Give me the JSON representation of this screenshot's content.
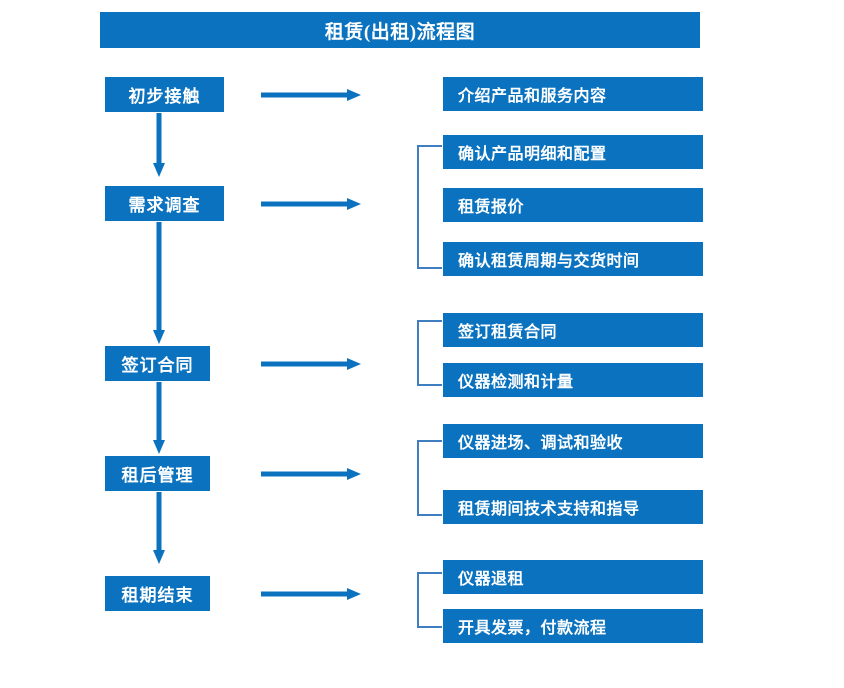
{
  "title": {
    "text": "租赁(出租)流程图"
  },
  "colors": {
    "primary": "#0b72bf",
    "arrow": "#0b72bf",
    "bracket": "#3f7fc1",
    "box_text": "#ffffff",
    "background": "#ffffff"
  },
  "stages": [
    {
      "label": "初步接触"
    },
    {
      "label": "需求调查"
    },
    {
      "label": "签订合同"
    },
    {
      "label": "租后管理"
    },
    {
      "label": "租期结束"
    }
  ],
  "groups": [
    {
      "stage": "初步接触",
      "bracket": false,
      "items": [
        {
          "label": "介绍产品和服务内容"
        }
      ]
    },
    {
      "stage": "需求调查",
      "bracket": true,
      "items": [
        {
          "label": "确认产品明细和配置"
        },
        {
          "label": "租赁报价"
        },
        {
          "label": "确认租赁周期与交货时间"
        }
      ]
    },
    {
      "stage": "签订合同",
      "bracket": true,
      "items": [
        {
          "label": "签订租赁合同"
        },
        {
          "label": "仪器检测和计量"
        }
      ]
    },
    {
      "stage": "租后管理",
      "bracket": true,
      "items": [
        {
          "label": "仪器进场、调试和验收"
        },
        {
          "label": "租赁期间技术支持和指导"
        }
      ]
    },
    {
      "stage": "租期结束",
      "bracket": true,
      "items": [
        {
          "label": "仪器退租"
        },
        {
          "label": "开具发票，付款流程"
        }
      ]
    }
  ],
  "connectors": {
    "horizontal_arrows": 5,
    "vertical_arrows": 4
  }
}
